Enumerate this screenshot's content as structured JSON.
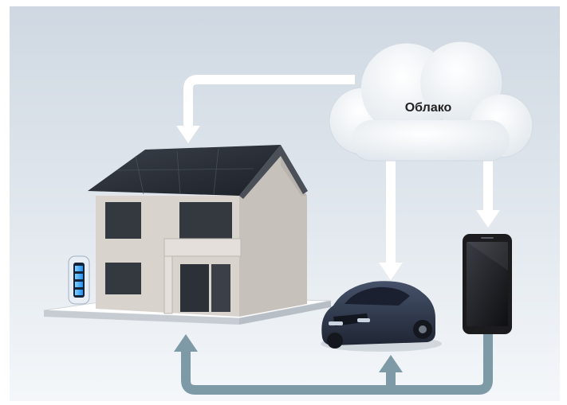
{
  "diagram": {
    "cloud": {
      "label": "Облако"
    },
    "nodes": [
      {
        "id": "house",
        "icon": "house-with-solar-roof-icon"
      },
      {
        "id": "home-battery",
        "icon": "battery-icon"
      },
      {
        "id": "car",
        "icon": "electric-car-icon"
      },
      {
        "id": "smartphone",
        "icon": "smartphone-icon"
      }
    ],
    "links": [
      {
        "from": "cloud",
        "to": "house"
      },
      {
        "from": "cloud",
        "to": "car"
      },
      {
        "from": "cloud",
        "to": "smartphone"
      },
      {
        "from": "smartphone",
        "to": "house"
      },
      {
        "from": "smartphone",
        "to": "car"
      }
    ]
  },
  "colors": {
    "background_top": "#cfd8e2",
    "background_bottom": "#f4f7fa",
    "top_arrow": "#ffffff",
    "bottom_arrow": "#7e9aa6",
    "cloud_text": "#222222",
    "car_body": "#2b3546",
    "phone_body": "#1c1c1e",
    "roof_panels": "#262b33",
    "house_wall": "#d9d3cd",
    "battery_accent": "#2a8ef0"
  }
}
